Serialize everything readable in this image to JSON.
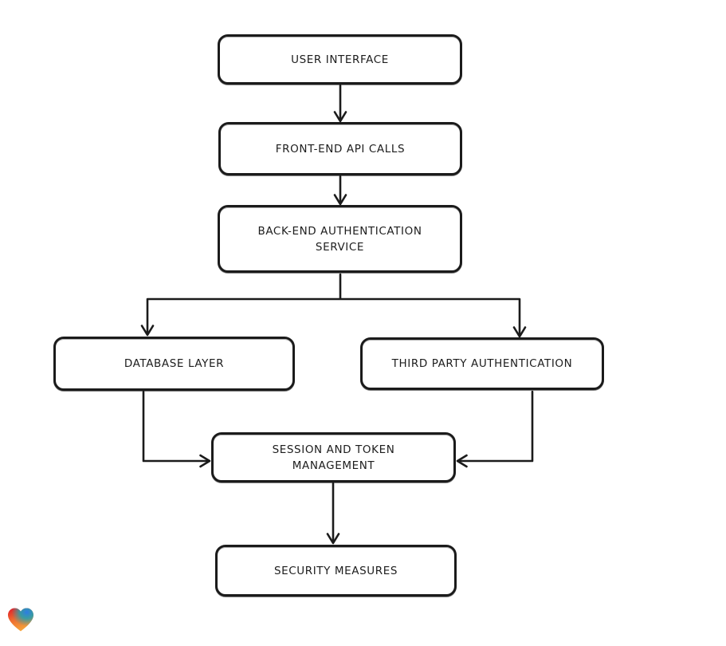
{
  "page": {
    "background": "#ffffff"
  },
  "diagram": {
    "type": "flowchart",
    "style": "hand-drawn",
    "boxes": [
      {
        "id": "user-interface",
        "lines": [
          "USER INTERFACE"
        ]
      },
      {
        "id": "front-end-api-calls",
        "lines": [
          "FRONT-END API CALLS"
        ]
      },
      {
        "id": "back-end-authentication-service",
        "lines": [
          "BACK-END AUTHENTICATION",
          "SERVICE"
        ]
      },
      {
        "id": "database-layer",
        "lines": [
          "DATABASE LAYER"
        ]
      },
      {
        "id": "third-party-authentication",
        "lines": [
          "THIRD PARTY AUTHENTICATION"
        ]
      },
      {
        "id": "session-and-token-management",
        "lines": [
          "SESSION AND TOKEN",
          "MANAGEMENT"
        ]
      },
      {
        "id": "security-measures",
        "lines": [
          "SECURITY MEASURES"
        ]
      }
    ],
    "edges": [
      {
        "from": "user-interface",
        "to": "front-end-api-calls"
      },
      {
        "from": "front-end-api-calls",
        "to": "back-end-authentication-service"
      },
      {
        "from": "back-end-authentication-service",
        "to": "database-layer"
      },
      {
        "from": "back-end-authentication-service",
        "to": "third-party-authentication"
      },
      {
        "from": "database-layer",
        "to": "session-and-token-management"
      },
      {
        "from": "third-party-authentication",
        "to": "session-and-token-management"
      },
      {
        "from": "session-and-token-management",
        "to": "security-measures"
      }
    ],
    "colors": {
      "stroke": "#1b1b1b",
      "node_fill": "#ffffff",
      "heart_red": "#e3202a",
      "heart_orange": "#f7a93c",
      "heart_blue": "#2e7de5",
      "heart_teal": "#1aa3b4"
    }
  }
}
